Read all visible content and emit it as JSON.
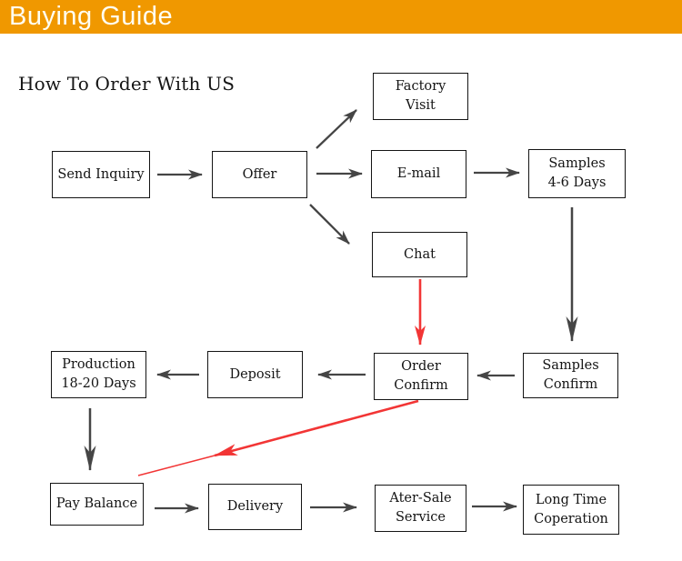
{
  "header": {
    "title": "Buying Guide"
  },
  "heading": {
    "text": "How To Order With US"
  },
  "colors": {
    "banner_bg": "#F09800",
    "banner_text": "#FFFEF2",
    "arrow": "#454545",
    "highlight_arrow": "#F23535",
    "box_border": "#141414",
    "box_text": "#141414"
  },
  "flowchart": {
    "boxes": [
      {
        "id": "factory-visit",
        "label": "Factory\nVisit"
      },
      {
        "id": "send-inquiry",
        "label": "Send Inquiry"
      },
      {
        "id": "offer",
        "label": "Offer"
      },
      {
        "id": "email",
        "label": "E-mail"
      },
      {
        "id": "samples-4-6-days",
        "label": "Samples\n4-6 Days"
      },
      {
        "id": "chat",
        "label": "Chat"
      },
      {
        "id": "production",
        "label": "Production\n18-20 Days"
      },
      {
        "id": "deposit",
        "label": "Deposit"
      },
      {
        "id": "order-confirm",
        "label": "Order\nConfirm"
      },
      {
        "id": "samples-confirm",
        "label": "Samples\nConfirm"
      },
      {
        "id": "pay-balance",
        "label": "Pay Balance"
      },
      {
        "id": "delivery",
        "label": "Delivery"
      },
      {
        "id": "ater-sale",
        "label": "Ater-Sale\nService"
      },
      {
        "id": "long-time",
        "label": "Long Time\nCoperation"
      }
    ]
  }
}
